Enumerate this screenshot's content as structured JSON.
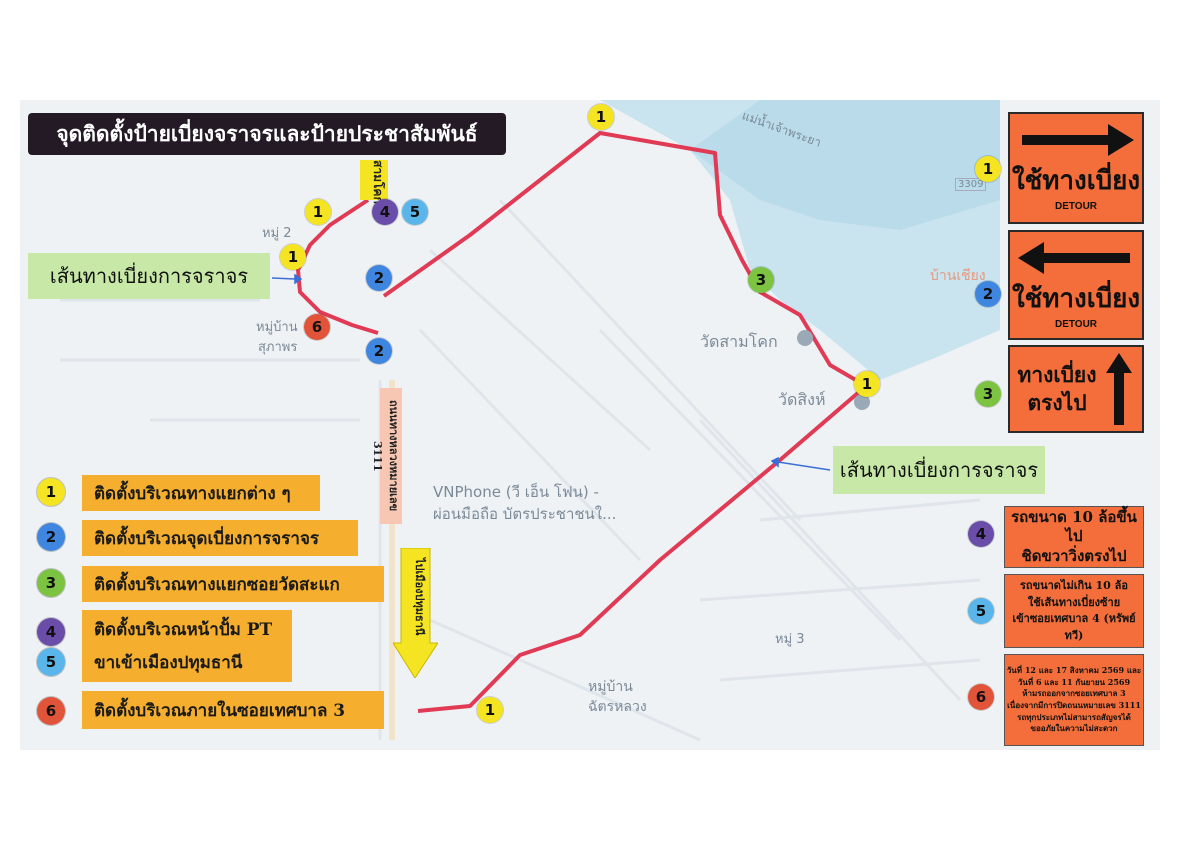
{
  "title": "จุดติดตั้งป้ายเบี่ยงจราจรและป้ายประชาสัมพันธ์",
  "route_labels": {
    "left": "เส้นทางเบี่ยงการจราจร",
    "right": "เส้นทางเบี่ยงการจราจร"
  },
  "map_labels": {
    "moo2": "หมู่ 2",
    "village_top": "หมู่บ้าน",
    "village_bottom": "สุภาพร",
    "wat_samkok": "วัดสามโคก",
    "wat_sing": "วัดสิงห์",
    "vnphone_line1": "VNPhone (วี เอ็น โฟน) -",
    "vnphone_line2": "ผ่อนมือถือ บัตรประชาชนใ...",
    "moo3": "หมู่ 3",
    "village2_top": "หมู่บ้าน",
    "village2_bottom": "ฉัตรหลวง",
    "ban_right": "บ้านเชียง",
    "river": "แม่น้ำเจ้าพระยา",
    "road_no_right": "3309",
    "sam_khok_vertical": "สามโคก"
  },
  "road_tag": "ถนนทางหลวงหมายเลข 3111",
  "direction_tag": "ไปเมืองปทุมธานี",
  "map_markers": [
    {
      "num": "1",
      "color": "yellow"
    },
    {
      "num": "1",
      "color": "yellow"
    },
    {
      "num": "1",
      "color": "yellow"
    },
    {
      "num": "1",
      "color": "yellow"
    },
    {
      "num": "1",
      "color": "yellow"
    },
    {
      "num": "2",
      "color": "blue"
    },
    {
      "num": "2",
      "color": "blue"
    },
    {
      "num": "3",
      "color": "green"
    },
    {
      "num": "4",
      "color": "purple"
    },
    {
      "num": "5",
      "color": "lightblue"
    },
    {
      "num": "6",
      "color": "red"
    }
  ],
  "legend": [
    {
      "nums": [
        "1"
      ],
      "colors": [
        "yellow"
      ],
      "text": "ติดตั้งบริเวณทางแยกต่าง ๆ"
    },
    {
      "nums": [
        "2"
      ],
      "colors": [
        "blue"
      ],
      "text": "ติดตั้งบริเวณจุดเบี่ยงการจราจร"
    },
    {
      "nums": [
        "3"
      ],
      "colors": [
        "green"
      ],
      "text": "ติดตั้งบริเวณทางแยกซอยวัดสะแก"
    },
    {
      "nums": [
        "4",
        "5"
      ],
      "colors": [
        "purple",
        "lightblue"
      ],
      "text": "ติดตั้งบริเวณหน้าปั้ม PT",
      "text2": "ขาเข้าเมืองปทุมธานี"
    },
    {
      "nums": [
        "6"
      ],
      "colors": [
        "red"
      ],
      "text": "ติดตั้งบริเวณภายในซอยเทศบาล 3"
    }
  ],
  "signs": [
    {
      "num": "1",
      "color": "yellow",
      "main": "ใช้ทางเบี่ยง",
      "sub": "DETOUR",
      "arrow": "right"
    },
    {
      "num": "2",
      "color": "blue",
      "main": "ใช้ทางเบี่ยง",
      "sub": "DETOUR",
      "arrow": "left"
    },
    {
      "num": "3",
      "color": "green",
      "main1": "ทางเบี่ยง",
      "main2": "ตรงไป",
      "arrow": "up"
    }
  ],
  "info_signs": [
    {
      "num": "4",
      "color": "purple",
      "line1": "รถขนาด 10 ล้อขึ้นไป",
      "line2": "ชิดขวาวิ่งตรงไป"
    },
    {
      "num": "5",
      "color": "lightblue",
      "line1": "รถขนาดไม่เกิน 10 ล้อ",
      "line2": "ใช้เส้นทางเบี่ยงซ้าย",
      "line3": "เข้าซอยเทศบาล 4 (หรัพย์ทวี)"
    },
    {
      "num": "6",
      "color": "red",
      "line1": "วันที่ 12 และ 17 สิงหาคม 2569 และ",
      "line2": "วันที่ 6 และ 11 กันยายน 2569",
      "line3": "ห้ามรถออกจากซอยเทศบาล 3",
      "line4": "เนื่องจากมีการปิดถนนหมายเลข 3111",
      "line5": "รถทุกประเภทไม่สามารถสัญจรได้",
      "line6": "ขออภัยในความไม่สะดวก"
    }
  ],
  "colors": {
    "route": "#e03a55",
    "title_bg": "#231a26",
    "legend_bg": "#f5ae2e",
    "sign_bg": "#f36e3a",
    "river": "#c8e3ee",
    "route_label_bg": "#c8e8a8"
  }
}
